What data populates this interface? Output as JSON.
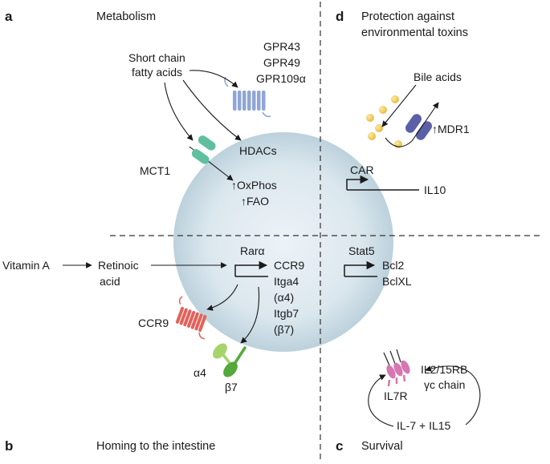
{
  "panels": {
    "a": {
      "letter": "a",
      "title": "Metabolism"
    },
    "b": {
      "letter": "b",
      "title": "Homing to the intestine"
    },
    "c": {
      "letter": "c",
      "title": "Survival"
    },
    "d": {
      "letter": "d",
      "title_line1": "Protection against",
      "title_line2": "environmental toxins"
    }
  },
  "metabolism": {
    "scfa_line1": "Short chain",
    "scfa_line2": "fatty acids",
    "gpr1": "GPR43",
    "gpr2": "GPR49",
    "gpr3": "GPR109α",
    "hdacs": "HDACs",
    "mct1": "MCT1",
    "oxphos": "↑OxPhos",
    "fao": "↑FAO"
  },
  "protection": {
    "bile_acids": "Bile acids",
    "mdr1": "↑MDR1",
    "car": "CAR",
    "il10": "IL10"
  },
  "homing": {
    "vitamin_a": "Vitamin A",
    "retinoic_line1": "Retinoic",
    "retinoic_line2": "acid",
    "rara": "Rarα",
    "genes": [
      "CCR9",
      "Itga4",
      "(α4)",
      "Itgb7",
      "(β7)"
    ],
    "ccr9_receptor": "CCR9",
    "alpha4": "α4",
    "beta7": "β7"
  },
  "survival": {
    "stat5": "Stat5",
    "bcl2": "Bcl2",
    "bclxl": "BclXL",
    "il2_line1": "IL2/15RB",
    "il2_line2": "γc chain",
    "il7r": "IL7R",
    "cytokines": "IL-7 + IL15"
  },
  "colors": {
    "cell_center": "#edf3f7",
    "cell_edge": "#bcd1dc",
    "gpr": "#8fa6d6",
    "mct1": "#5fbf9f",
    "mdr1": "#5b5fa8",
    "bile_acid": "#f2cc5a",
    "ccr9": "#e2625a",
    "alpha4": "#a6d46b",
    "beta7": "#55a83a",
    "il_receptor": "#d776b0"
  }
}
